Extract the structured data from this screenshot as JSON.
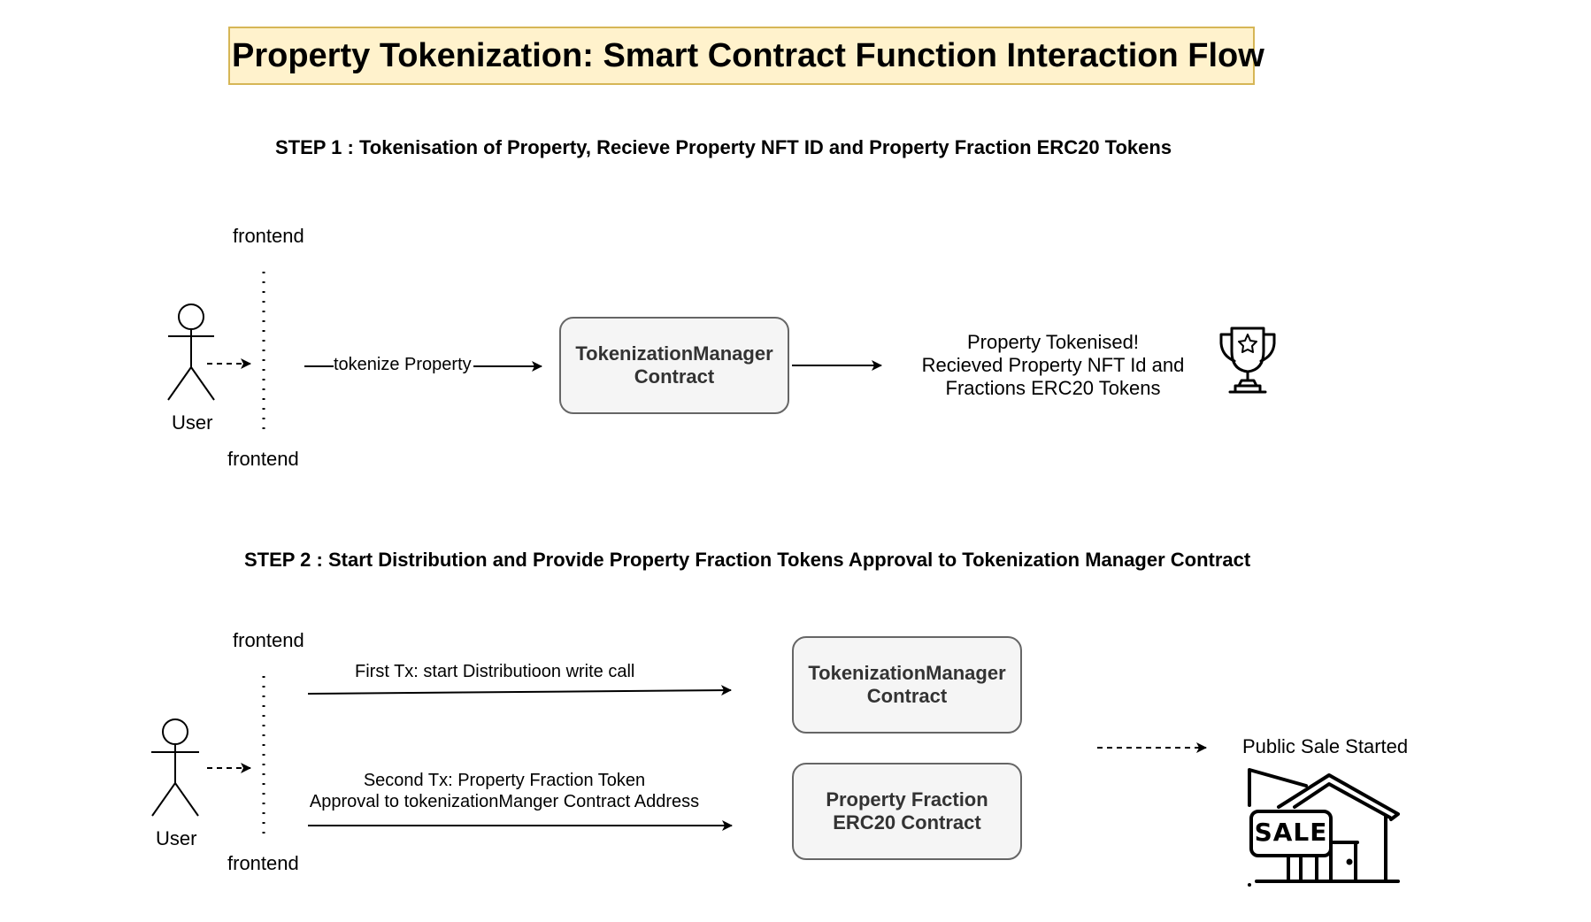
{
  "title": "Property Tokenization: Smart Contract Function Interaction Flow",
  "step1": {
    "heading": "STEP 1 : Tokenisation of Property, Recieve Property NFT ID and Property Fraction ERC20 Tokens",
    "frontend_top": "frontend",
    "frontend_bottom": "frontend",
    "actor_label": "User",
    "edge_label": "tokenize Property",
    "box_line1": "TokenizationManager",
    "box_line2": "Contract",
    "result_line1": "Property Tokenised!",
    "result_line2": "Recieved Property NFT Id and",
    "result_line3": "Fractions ERC20 Tokens",
    "result_icon": "trophy-icon"
  },
  "step2": {
    "heading": "STEP 2 : Start Distribution and Provide Property Fraction Tokens Approval to Tokenization Manager Contract",
    "frontend_top": "frontend",
    "frontend_bottom": "frontend",
    "actor_label": "User",
    "edge1_label": "First Tx: start Distributioon write call",
    "edge2_line1": "Second Tx: Property Fraction Token",
    "edge2_line2": "Approval to tokenizationManger Contract Address",
    "box1_line1": "TokenizationManager",
    "box1_line2": "Contract",
    "box2_line1": "Property Fraction",
    "box2_line2": "ERC20 Contract",
    "result": "Public Sale Started",
    "sale_sign": "SALE",
    "result_icon": "house-sale-icon"
  }
}
